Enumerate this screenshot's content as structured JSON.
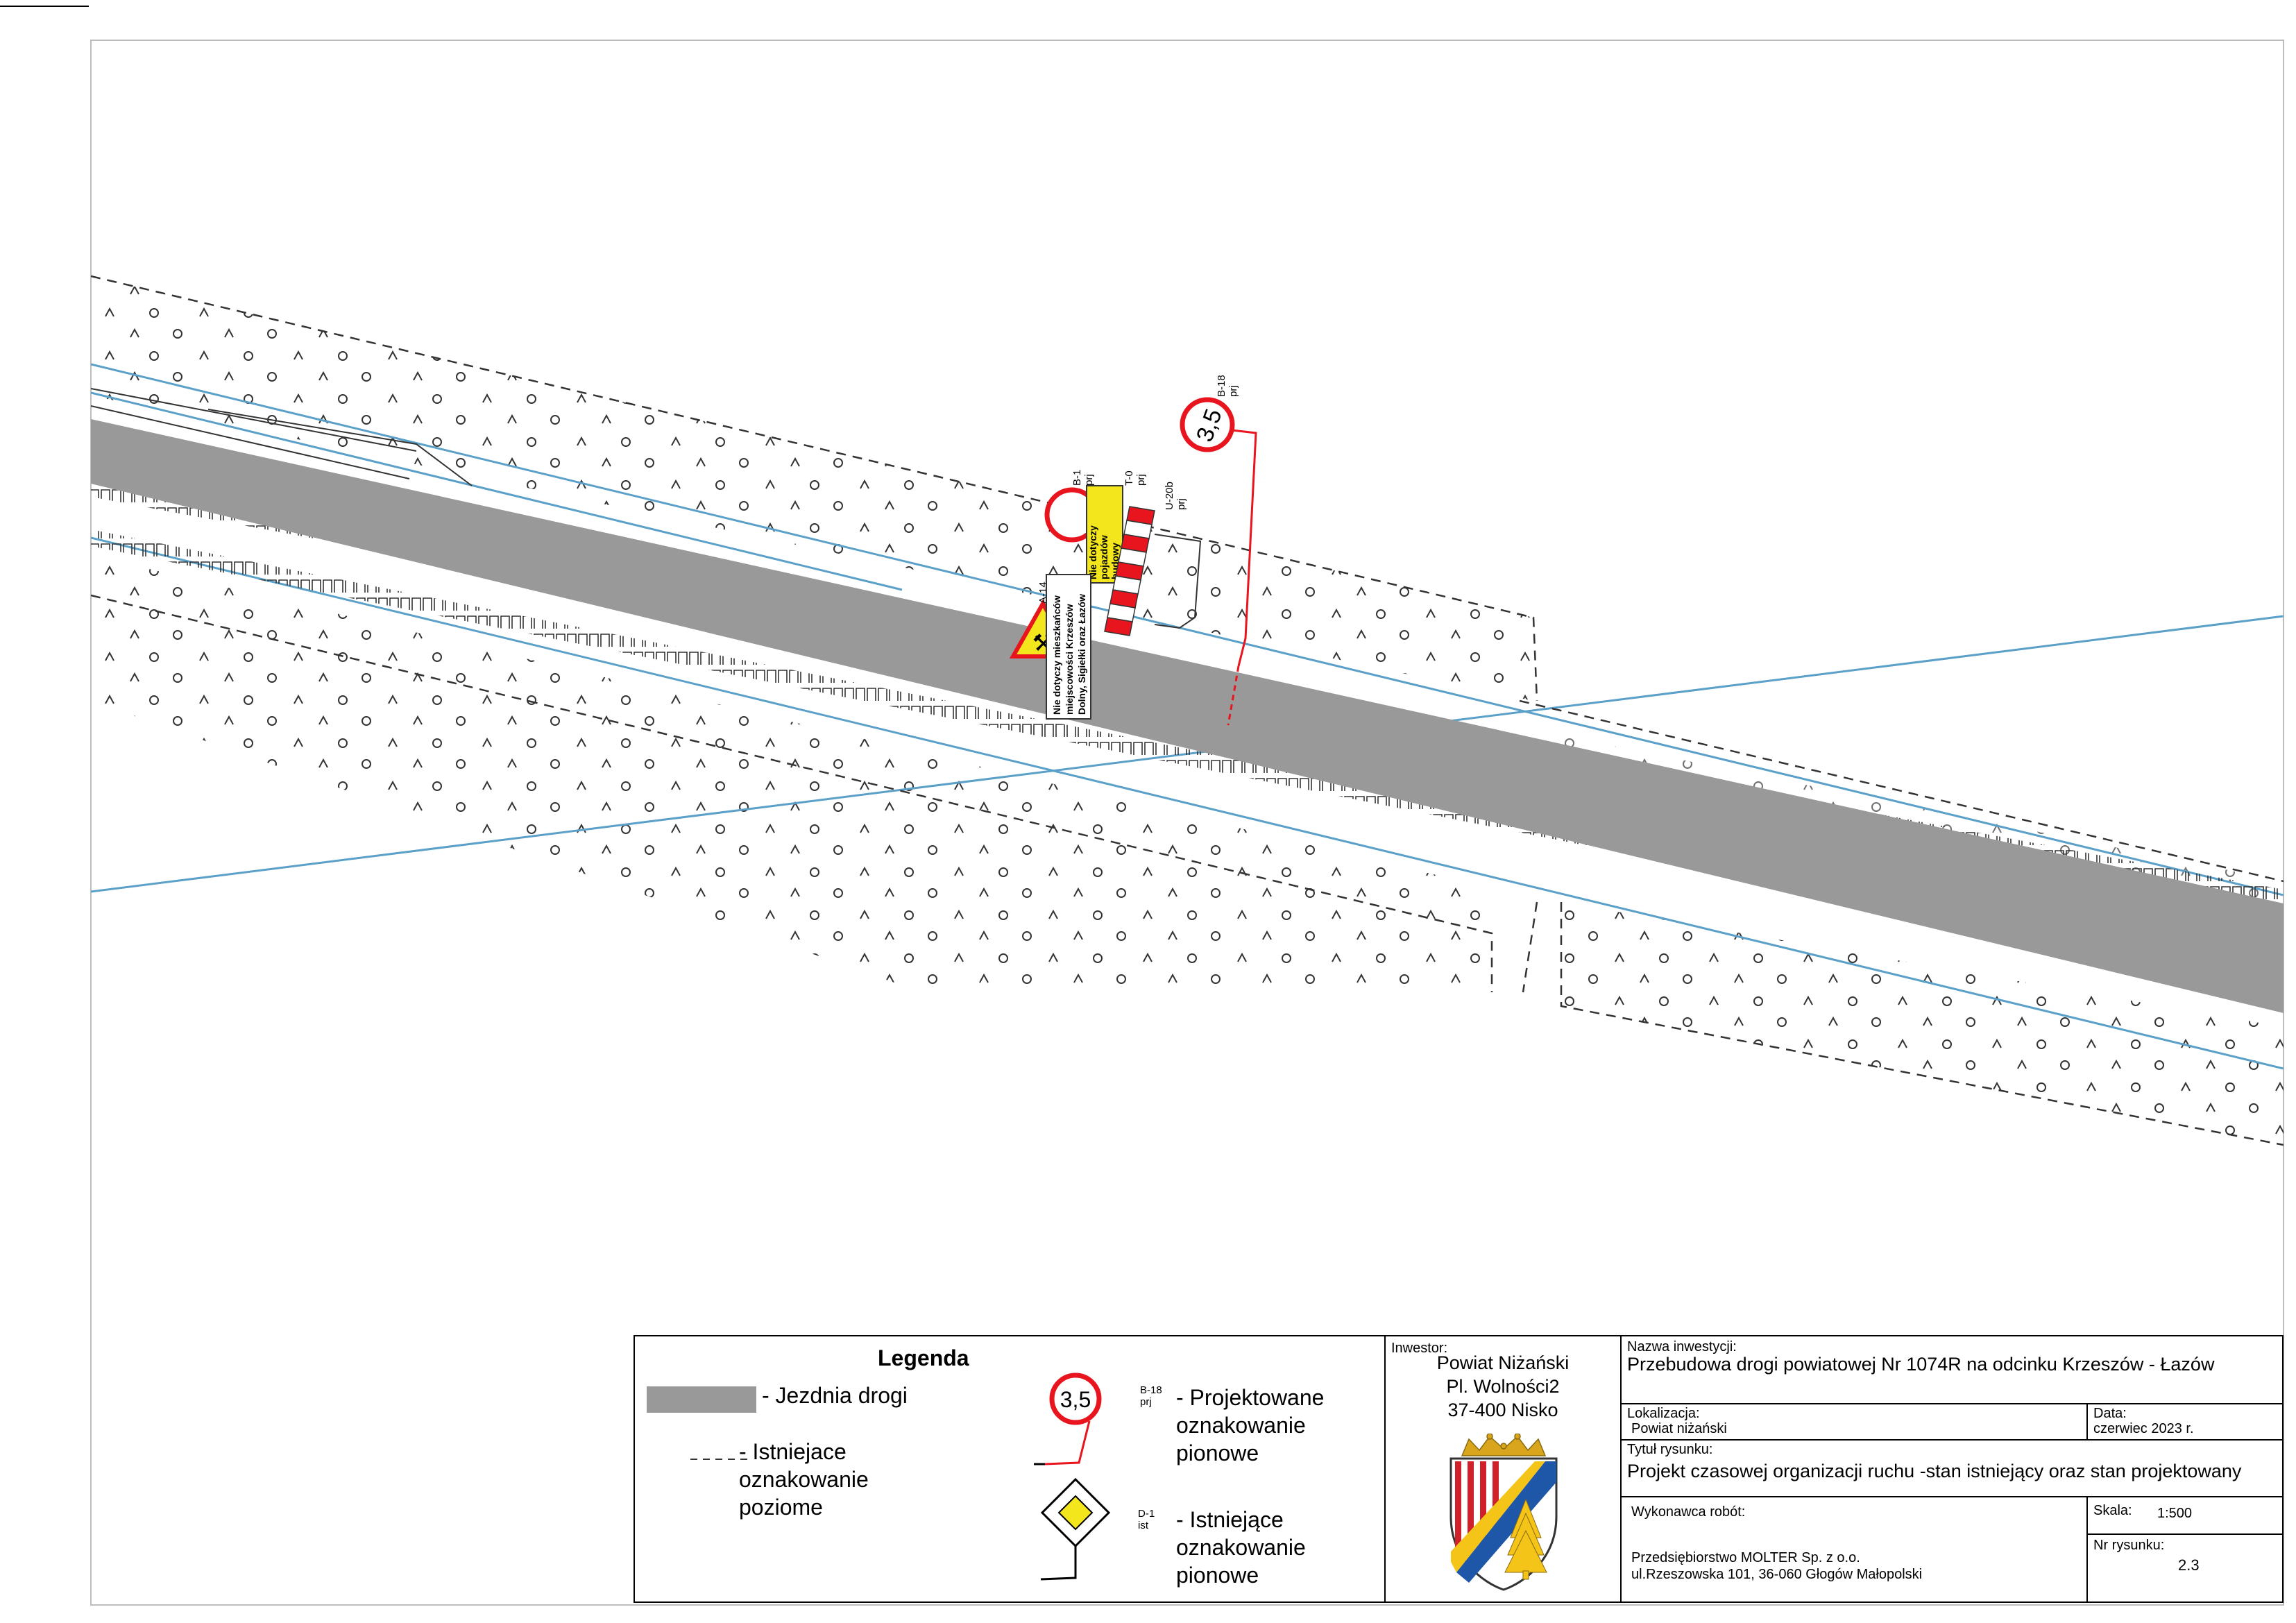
{
  "signs": {
    "speed_limit_value": "3,5",
    "speed_limit_code": "B-18",
    "speed_limit_code_suffix": "prj",
    "no_entry_code": "B-1",
    "no_entry_code_suffix": "prj",
    "roadworks_code": "A-14",
    "roadworks_code_suffix": "prj",
    "plate_t0_code": "T-0",
    "plate_t0_code_suffix": "prj",
    "plate_t0_text": [
      "Nie dotyczy",
      "pojazdów",
      "budowy"
    ],
    "barrier_code": "U-20b",
    "barrier_code_suffix": "prj",
    "plate_exempt_text": [
      "Nie dotyczy mieszkańców",
      "miejscowości Krzeszów",
      "Dolny, Sigiełki oraz Łazów"
    ]
  },
  "legend": {
    "title": "Legenda",
    "road": "- Jezdnia drogi",
    "existing_horizontal": "- Istniejace oznakowanie poziome",
    "projected_vertical": "- Projektowane oznakowanie pionowe",
    "existing_vertical": "- Istniejące oznakowanie pionowe",
    "sign_speed_value": "3,5",
    "sign_speed_code": "B-18",
    "sign_speed_suffix": "prj",
    "sign_d1_code": "D-1",
    "sign_d1_suffix": "ist"
  },
  "title_block": {
    "investor_label": "Inwestor:",
    "investor_lines": [
      "Powiat Niżański",
      "Pl. Wolności2",
      "37-400 Nisko"
    ],
    "investment_label": "Nazwa inwestycji:",
    "investment_value": "Przebudowa drogi powiatowej Nr 1074R na odcinku Krzeszów - Łazów",
    "location_label": "Lokalizacja:",
    "location_value": "Powiat niżański",
    "date_label": "Data:",
    "date_value": "czerwiec 2023 r.",
    "drawing_title_label": "Tytuł rysunku:",
    "drawing_title_value": "Projekt czasowej organizacji ruchu -stan istniejący oraz stan projektowany",
    "contractor_label": "Wykonawca robót:",
    "contractor_lines": [
      "Przedsiębiorstwo MOLTER Sp. z o.o.",
      "ul.Rzeszowska 101, 36-060 Głogów Małopolski"
    ],
    "scale_label": "Skala:",
    "scale_value": "1:500",
    "drawing_no_label": "Nr rysunku:",
    "drawing_no_value": "2.3"
  },
  "colors": {
    "road": "#999999",
    "utility_line": "#5aa0c8",
    "sign_red": "#e8141e",
    "plate_yellow": "#f4e61c",
    "crest_blue": "#1f57a8"
  }
}
